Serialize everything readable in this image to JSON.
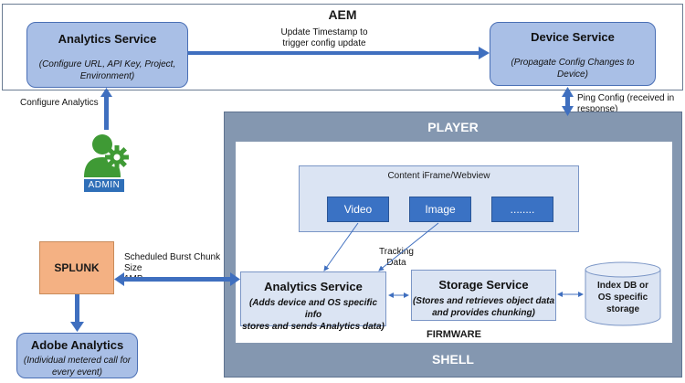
{
  "aem": {
    "title": "AEM",
    "analytics_service": {
      "title": "Analytics Service",
      "desc": "(Configure URL, API Key, Project, Environment)"
    },
    "device_service": {
      "title": "Device Service",
      "desc": "(Propagate Config Changes to Device)"
    },
    "update_label_line1": "Update Timestamp to",
    "update_label_line2": "trigger config update"
  },
  "configure_analytics_label": "Configure Analytics",
  "admin_label": "ADMIN",
  "ping_label_line1": "Ping Config (received in",
  "ping_label_line2": "response)",
  "player": {
    "title": "PLAYER",
    "content": {
      "title": "Content iFrame/Webview",
      "tiles": [
        "Video",
        "Image",
        "........"
      ]
    },
    "tracking_line1": "Tracking",
    "tracking_line2": "Data",
    "analytics": {
      "title": "Analytics Service",
      "desc_line1": "(Adds device and OS specific info",
      "desc_line2": "stores and sends Analytics data)"
    },
    "storage": {
      "title": "Storage Service",
      "desc_line1": "(Stores and retrieves object data",
      "desc_line2": "and provides chunking)"
    },
    "db": {
      "line1": "Index DB or",
      "line2": "OS specific",
      "line3": "storage"
    },
    "firmware": "FIRMWARE",
    "shell": "SHELL"
  },
  "splunk": {
    "title": "SPLUNK",
    "burst_line1": "Scheduled Burst Chunk Size",
    "burst_line2": "1MB"
  },
  "adobe": {
    "title": "Adobe Analytics",
    "desc": "(Individual metered call for every event)"
  },
  "colors": {
    "blue_box": "#a9bfe6",
    "shell_gray": "#8497b0",
    "splunk_orange": "#f4b183",
    "tile_blue": "#3a72c4",
    "arrow_blue": "#3f6fbf"
  }
}
